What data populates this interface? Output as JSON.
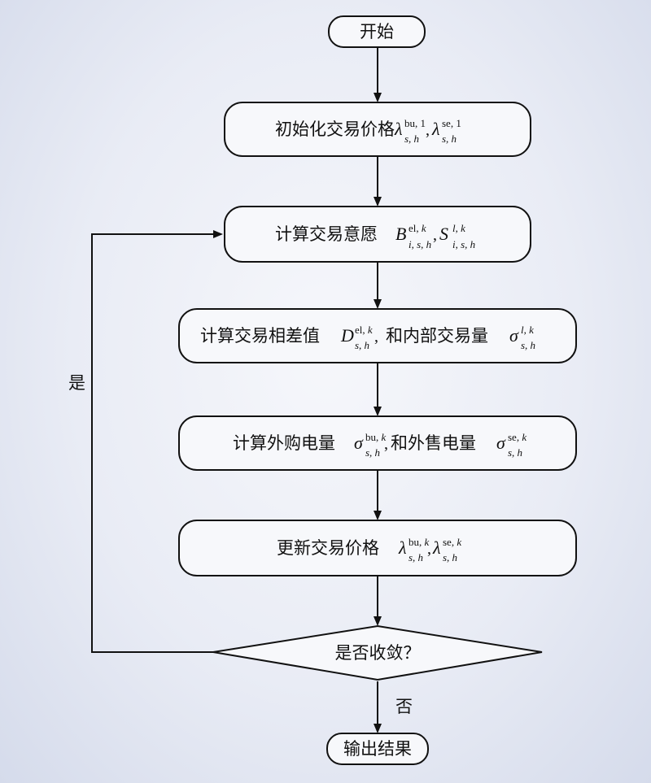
{
  "nodes": {
    "start": "开始",
    "init": "初始化交易价格",
    "calc_will": "计算交易意愿",
    "calc_diff_a": "计算交易相差值",
    "calc_diff_b": "和内部交易量",
    "calc_ext_a": "计算外购电量",
    "calc_ext_b": "和外售电量",
    "update": "更新交易价格",
    "decision": "是否收敛？",
    "end": "输出结果"
  },
  "edge_labels": {
    "yes": "是",
    "no": "否"
  }
}
